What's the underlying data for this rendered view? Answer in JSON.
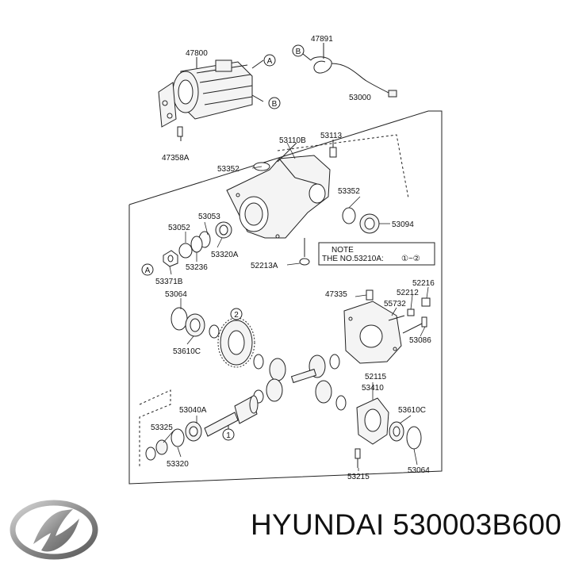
{
  "brand": "HYUNDAI",
  "part_number": "530003B600",
  "note": {
    "title": "NOTE",
    "text": "THE NO.53210A:",
    "range": "①~②"
  },
  "circle_labels": [
    "A",
    "B",
    "B",
    "A",
    "1",
    "2"
  ],
  "callouts": [
    {
      "id": "c47800",
      "text": "47800"
    },
    {
      "id": "c47891",
      "text": "47891"
    },
    {
      "id": "c53000",
      "text": "53000"
    },
    {
      "id": "c47358A",
      "text": "47358A"
    },
    {
      "id": "c53110B",
      "text": "53110B"
    },
    {
      "id": "c53113",
      "text": "53113"
    },
    {
      "id": "c53352a",
      "text": "53352"
    },
    {
      "id": "c53352b",
      "text": "53352"
    },
    {
      "id": "c53094",
      "text": "53094"
    },
    {
      "id": "c53053",
      "text": "53053"
    },
    {
      "id": "c53052",
      "text": "53052"
    },
    {
      "id": "c53320A",
      "text": "53320A"
    },
    {
      "id": "c53236",
      "text": "53236"
    },
    {
      "id": "c52213A",
      "text": "52213A"
    },
    {
      "id": "c53371B",
      "text": "53371B"
    },
    {
      "id": "c53064a",
      "text": "53064"
    },
    {
      "id": "c47335",
      "text": "47335"
    },
    {
      "id": "c52216",
      "text": "52216"
    },
    {
      "id": "c52212",
      "text": "52212"
    },
    {
      "id": "c55732",
      "text": "55732"
    },
    {
      "id": "c53086",
      "text": "53086"
    },
    {
      "id": "c53610Ca",
      "text": "53610C"
    },
    {
      "id": "c52115",
      "text": "52115"
    },
    {
      "id": "c53410",
      "text": "53410"
    },
    {
      "id": "c53040A",
      "text": "53040A"
    },
    {
      "id": "c53610Cb",
      "text": "53610C"
    },
    {
      "id": "c53325",
      "text": "53325"
    },
    {
      "id": "c53320",
      "text": "53320"
    },
    {
      "id": "c53215",
      "text": "53215"
    },
    {
      "id": "c53064b",
      "text": "53064"
    }
  ],
  "colors": {
    "line": "#222222",
    "fill": "#f4f4f4",
    "logo": "#8a8a8a"
  },
  "icons": [
    "hyundai-logo-icon"
  ]
}
